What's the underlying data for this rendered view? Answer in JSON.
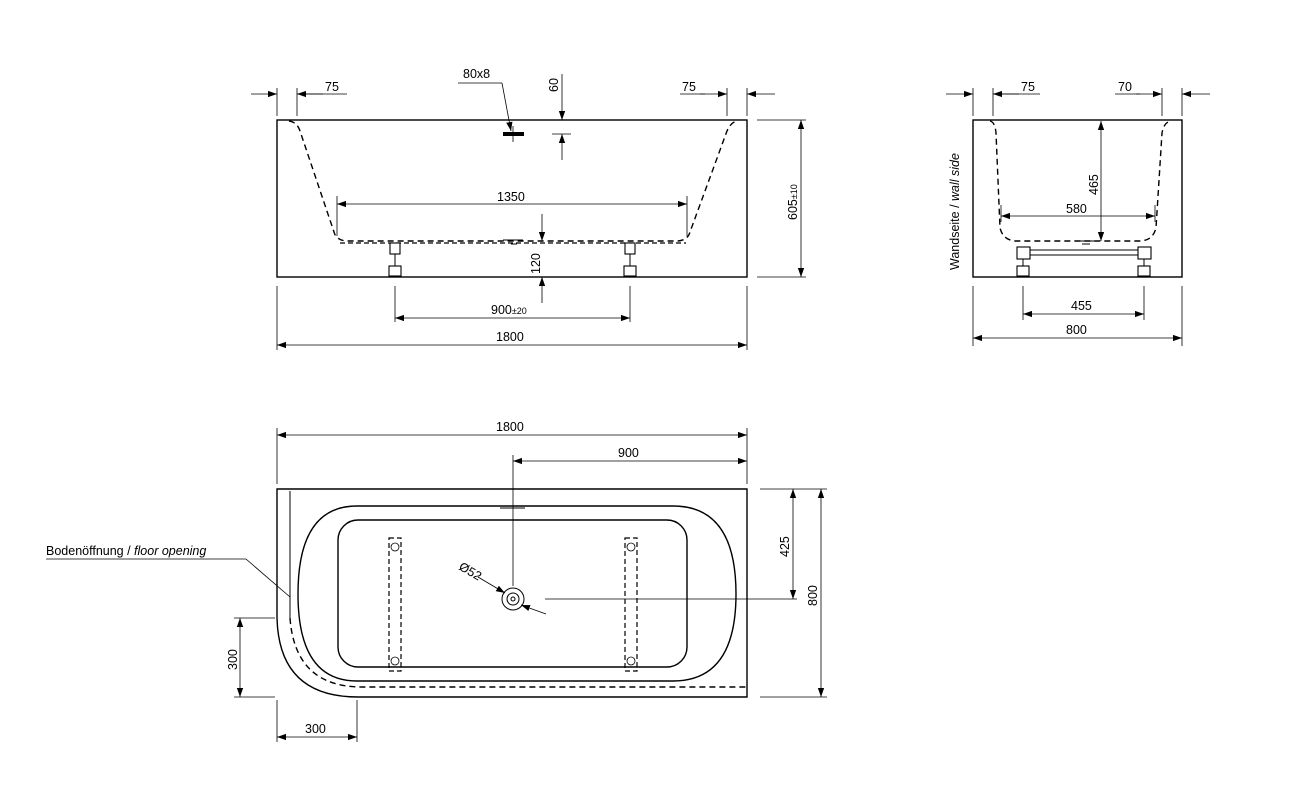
{
  "colors": {
    "line": "#000000",
    "background": "#ffffff"
  },
  "front_view": {
    "d_rim_left": "75",
    "d_rim_right": "75",
    "d_overflow": "80x8",
    "d_overflow_height": "60",
    "d_inner_length": "1350",
    "d_drain_height": "120",
    "d_height": "605",
    "d_height_tol": "±10",
    "d_feet": "900",
    "d_feet_tol": "±20",
    "d_length": "1800"
  },
  "side_view": {
    "d_rim_left": "75",
    "d_rim_right": "70",
    "d_depth": "465",
    "d_inner_width": "580",
    "d_feet": "455",
    "d_width": "800",
    "wall_label_de": "Wandseite / ",
    "wall_label_en": "wall side"
  },
  "top_view": {
    "d_length": "1800",
    "d_half_length": "900",
    "d_drain_offset": "425",
    "d_width": "800",
    "d_drain": "Ø52",
    "d_corner_height": "300",
    "d_corner_width": "300",
    "floor_label_de": "Bodenöffnung / ",
    "floor_label_en": "floor opening"
  }
}
